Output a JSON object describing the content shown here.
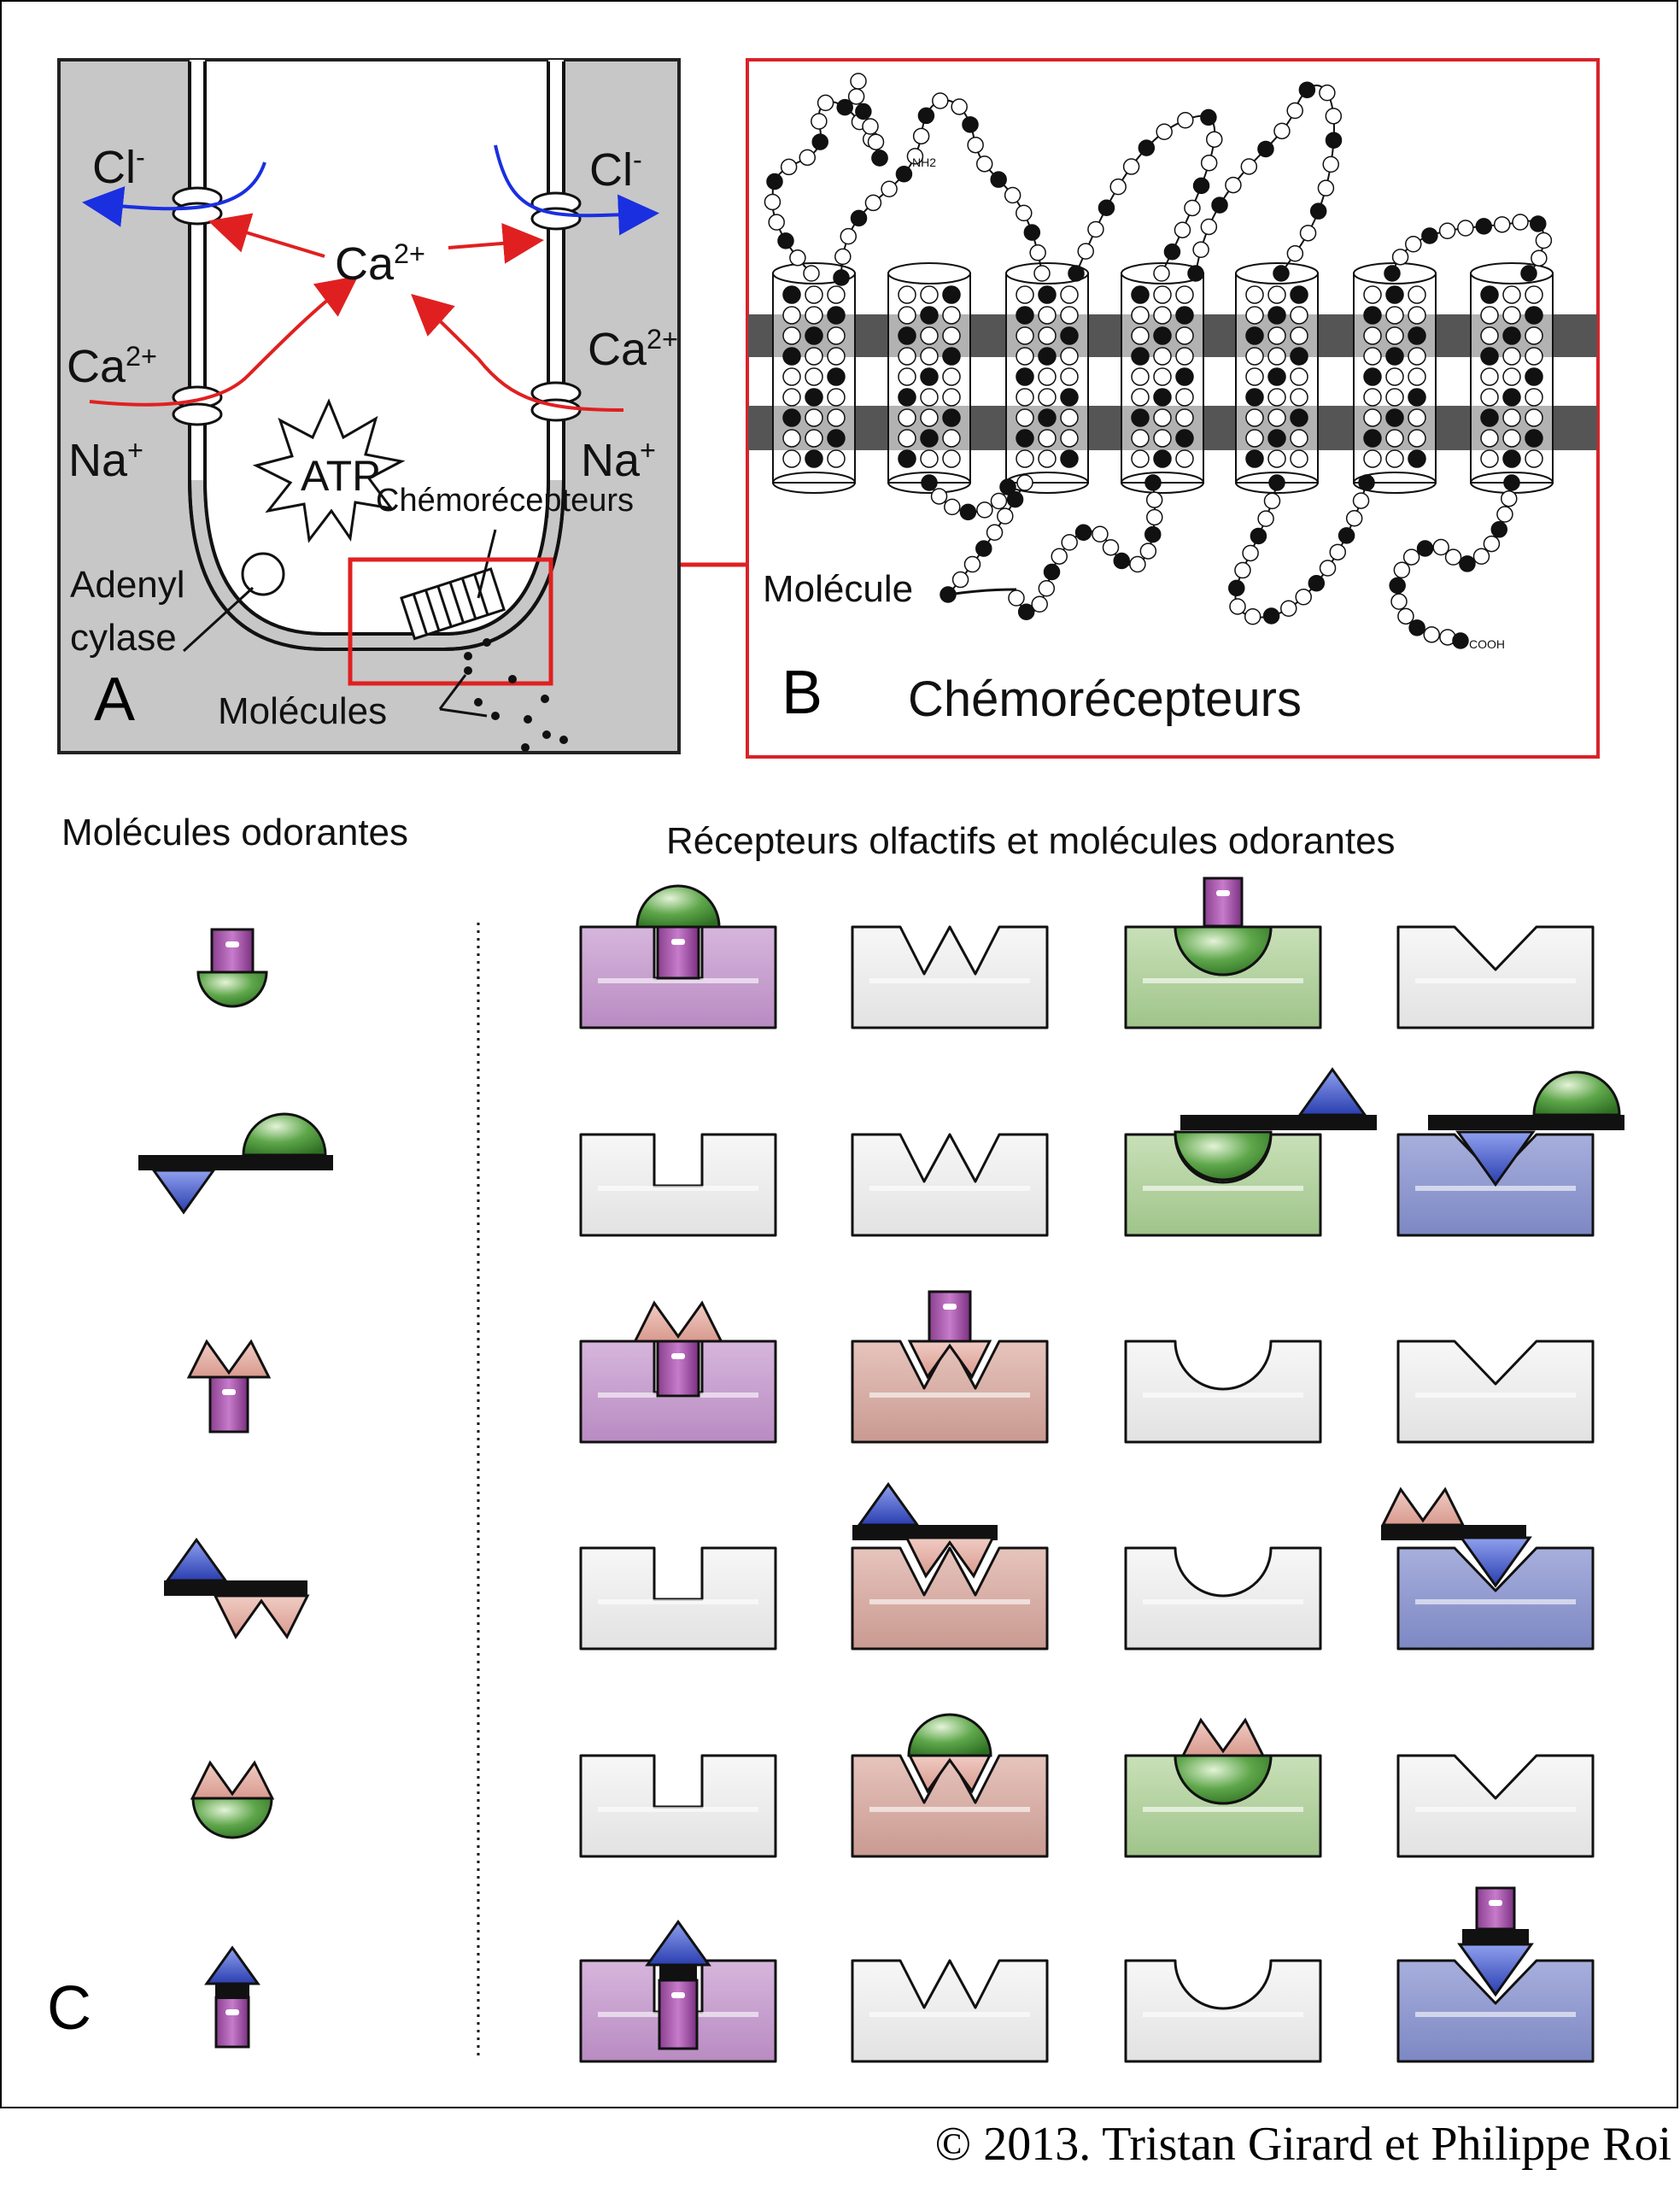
{
  "panel_a": {
    "letter": "A",
    "cl_left": "Cl-",
    "cl_right": "Cl-",
    "ca_center": "Ca2+",
    "ca_left": "Ca2+",
    "ca_right": "Ca2+",
    "na_left": "Na+",
    "na_right": "Na+",
    "atp": "ATP",
    "chemo": "Chémorécepteurs",
    "adenyl_1": "Adenyl",
    "adenyl_2": "cylase",
    "molecules": "Molécules"
  },
  "panel_b": {
    "letter": "B",
    "title": "Chémorécepteurs",
    "molecule": "Molécule",
    "nh2": "NH2",
    "cooh": "COOH"
  },
  "panel_c": {
    "letter": "C",
    "left_title": "Molécules odorantes",
    "right_title": "Récepteurs olfactifs et molécules odorantes"
  },
  "colors": {
    "purple": "#c79fcf",
    "green": "#b5d2a3",
    "blue": "#8f99cf",
    "pink": "#d8b0a8",
    "grey": "#eeeeee",
    "red": "#e02020",
    "ion_blue": "#1a2fe0"
  },
  "copyright": "© 2013. Tristan Girard et Philippe Roi"
}
